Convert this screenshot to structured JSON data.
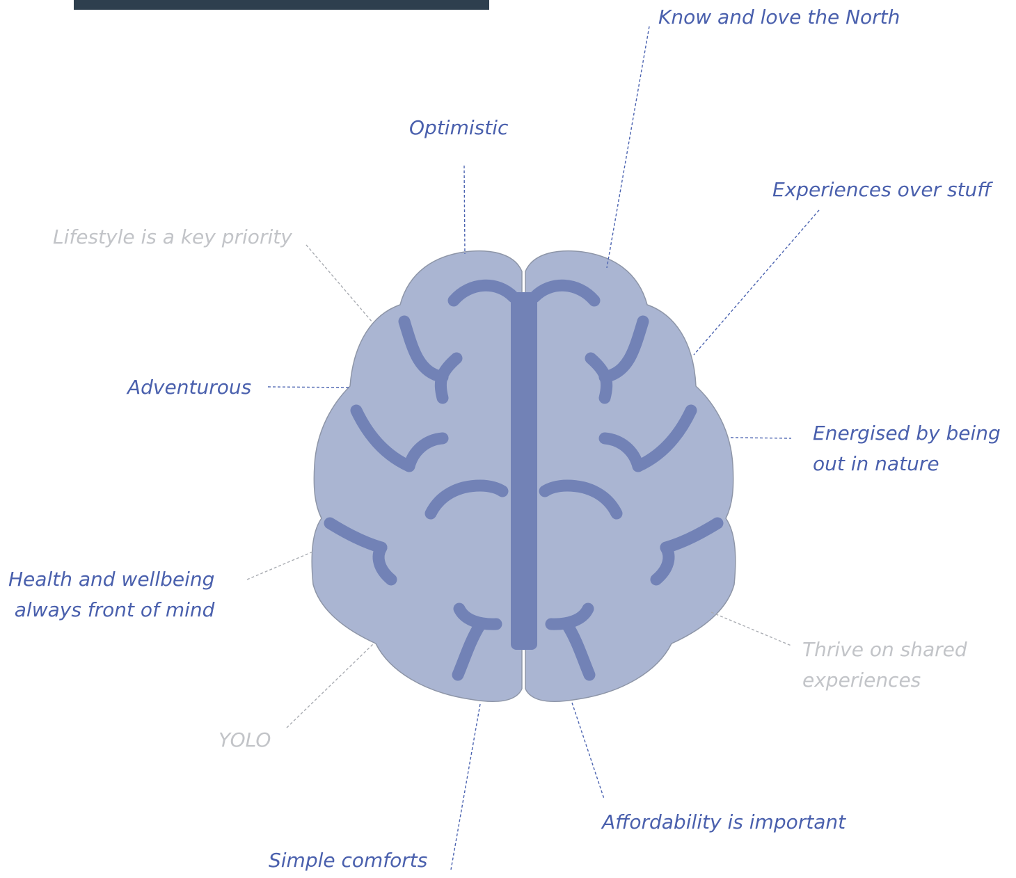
{
  "colors": {
    "header_bar": "#2e3f4e",
    "brain_fill": "#aab5d2",
    "brain_fold": "#7282b6",
    "label_highlighted": "#4a60ad",
    "label_muted": "#c2c4c8"
  },
  "traits": {
    "know_north": {
      "lines": [
        "Know and love the North"
      ],
      "state": "highlighted"
    },
    "optimistic": {
      "lines": [
        "Optimistic"
      ],
      "state": "highlighted"
    },
    "experiences_over_stuff": {
      "lines": [
        "Experiences over stuff"
      ],
      "state": "highlighted"
    },
    "lifestyle": {
      "lines": [
        "Lifestyle is a key priority"
      ],
      "state": "muted"
    },
    "adventurous": {
      "lines": [
        "Adventurous"
      ],
      "state": "highlighted"
    },
    "energised_nature": {
      "lines": [
        "Energised by being",
        "out in nature"
      ],
      "state": "highlighted"
    },
    "health_wellbeing": {
      "lines": [
        "Health and wellbeing",
        "always front of mind"
      ],
      "state": "highlighted"
    },
    "shared_experiences": {
      "lines": [
        "Thrive on shared",
        "experiences"
      ],
      "state": "muted"
    },
    "yolo": {
      "lines": [
        "YOLO"
      ],
      "state": "muted"
    },
    "affordability": {
      "lines": [
        "Affordability is important"
      ],
      "state": "highlighted"
    },
    "simple_comforts": {
      "lines": [
        "Simple comforts"
      ],
      "state": "highlighted"
    }
  }
}
